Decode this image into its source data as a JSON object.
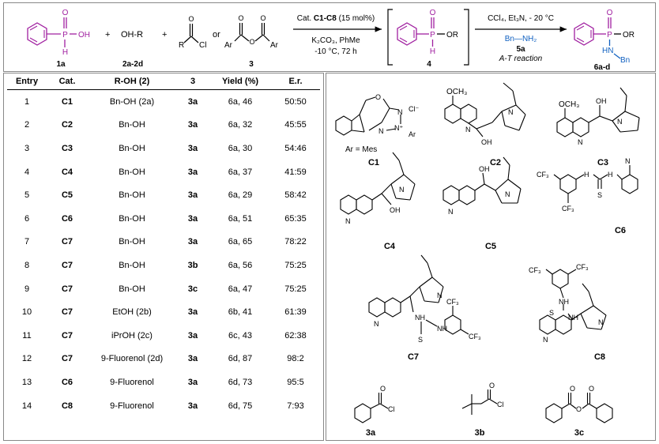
{
  "scheme": {
    "r1_label": "1a",
    "plus1": "+",
    "r2_formula": "OH-R",
    "r2_label": "2a-2d",
    "plus2": "+",
    "or_text": "or",
    "r3_label": "3",
    "r3_cl": "Cl",
    "r3_r": "R",
    "ar1": "Ar",
    "ar2": "Ar",
    "cond1_prefix": "Cat. ",
    "cond1_cat": "C1-C8",
    "cond1_suffix": " (15 mol%)",
    "cond2": "K₂CO₃, PhMe",
    "cond3": "-10 °C, 72 h",
    "int_label": "4",
    "int_or": "OR",
    "cond4": "CCl₄, Et₃N, - 20 °C",
    "cond5": "Bn—NH₂",
    "cond6": "5a",
    "cond7": "A-T reaction",
    "prod_or": "OR",
    "prod_hn": "HN",
    "prod_bn": "Bn",
    "prod_label": "6a-d",
    "p": "P",
    "o": "O",
    "h": "H",
    "oh": "OH"
  },
  "table": {
    "headers": [
      "Entry",
      "Cat.",
      "R-OH (2)",
      "3",
      "Yield (%)",
      "E.r."
    ],
    "rows": [
      [
        "1",
        "C1",
        "Bn-OH (2a)",
        "3a",
        "6a, 46",
        "50:50"
      ],
      [
        "2",
        "C2",
        "Bn-OH",
        "3a",
        "6a, 32",
        "45:55"
      ],
      [
        "3",
        "C3",
        "Bn-OH",
        "3a",
        "6a, 30",
        "54:46"
      ],
      [
        "4",
        "C4",
        "Bn-OH",
        "3a",
        "6a, 37",
        "41:59"
      ],
      [
        "5",
        "C5",
        "Bn-OH",
        "3a",
        "6a, 29",
        "58:42"
      ],
      [
        "6",
        "C6",
        "Bn-OH",
        "3a",
        "6a, 51",
        "65:35"
      ],
      [
        "7",
        "C7",
        "Bn-OH",
        "3a",
        "6a, 65",
        "78:22"
      ],
      [
        "8",
        "C7",
        "Bn-OH",
        "3b",
        "6a, 56",
        "75:25"
      ],
      [
        "9",
        "C7",
        "Bn-OH",
        "3c",
        "6a, 47",
        "75:25"
      ],
      [
        "10",
        "C7",
        "EtOH (2b)",
        "3a",
        "6b, 41",
        "61:39"
      ],
      [
        "11",
        "C7",
        "iPrOH (2c)",
        "3a",
        "6c, 43",
        "62:38"
      ],
      [
        "12",
        "C7",
        "9-Fluorenol (2d)",
        "3a",
        "6d, 87",
        "98:2"
      ],
      [
        "13",
        "C6",
        "9-Fluorenol",
        "3a",
        "6d, 73",
        "95:5"
      ],
      [
        "14",
        "C8",
        "9-Fluorenol",
        "3a",
        "6d, 75",
        "7:93"
      ]
    ]
  },
  "structures": {
    "c1": "C1",
    "c1_ar": "Ar = Mes",
    "c1_cl": "Cl⁻",
    "c1_arN": "Ar",
    "c1_o": "O",
    "c1_n": "N",
    "c1_nplus": "N⁺",
    "c2": "C2",
    "c3": "C3",
    "c4": "C4",
    "c5": "C5",
    "c6": "C6",
    "c7": "C7",
    "c8": "C8",
    "och3": "OCH₃",
    "oh": "OH",
    "n": "N",
    "cf3": "CF₃",
    "s": "S",
    "nh": "NH",
    "h": "H",
    "o": "O",
    "cl": "Cl",
    "l3a": "3a",
    "l3b": "3b",
    "l3c": "3c"
  }
}
